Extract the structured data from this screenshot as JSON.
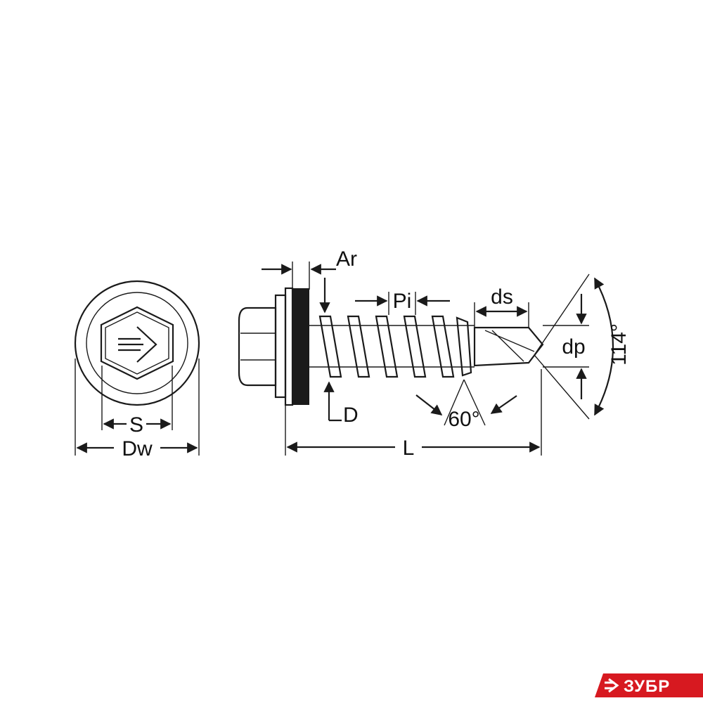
{
  "dimensions": {
    "ar": "Ar",
    "pi": "Pi",
    "ds": "ds",
    "dp": "dp",
    "angle_114": "114°",
    "d": "D",
    "angle_60": "60°",
    "l": "L",
    "s": "S",
    "dw": "Dw"
  },
  "brand": {
    "name": "ЗУБР",
    "color": "#d71920"
  },
  "colors": {
    "line": "#1a1a1a",
    "washer": "#1a1a1a",
    "background": "#ffffff"
  }
}
